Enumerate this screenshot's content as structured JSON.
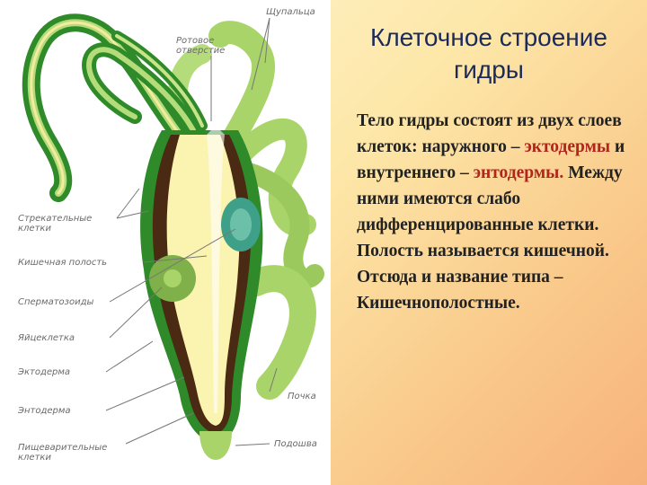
{
  "diagram": {
    "labels": {
      "tentacles": "Щупальца",
      "mouth": "Ротовое\nотверстие",
      "stinging_cells": "Стрекательные\nклетки",
      "gut_cavity": "Кишечная полость",
      "spermatozoa": "Сперматозоиды",
      "egg_cell": "Яйцеклетка",
      "ectoderm": "Эктодерма",
      "endoderm": "Энтодерма",
      "digestive_cells": "Пищеварительные\nклетки",
      "bud": "Почка",
      "sole": "Подошва"
    }
  },
  "slide": {
    "title": "Клеточное строение гидры",
    "body": {
      "p1": "Тело гидры состоят из двух слоев клеток: наружного –",
      "term1": "эктодермы",
      "p2": "и внутреннего –",
      "term2": "энтодермы.",
      "p3": "Между ними имеются слабо дифференцированные клетки. Полость называется кишечной. Отсюда и название типа – Кишечнополостные."
    }
  },
  "colors": {
    "title": "#1b2a5a",
    "term": "#b0261c",
    "ectoderm": "#2f8a2a",
    "endoderm": "#4a2a12",
    "tentacle": "#a9d46a",
    "cavity": "#fbf3b0",
    "background_from": "#fff8d8",
    "background_to": "#f7b27c"
  }
}
